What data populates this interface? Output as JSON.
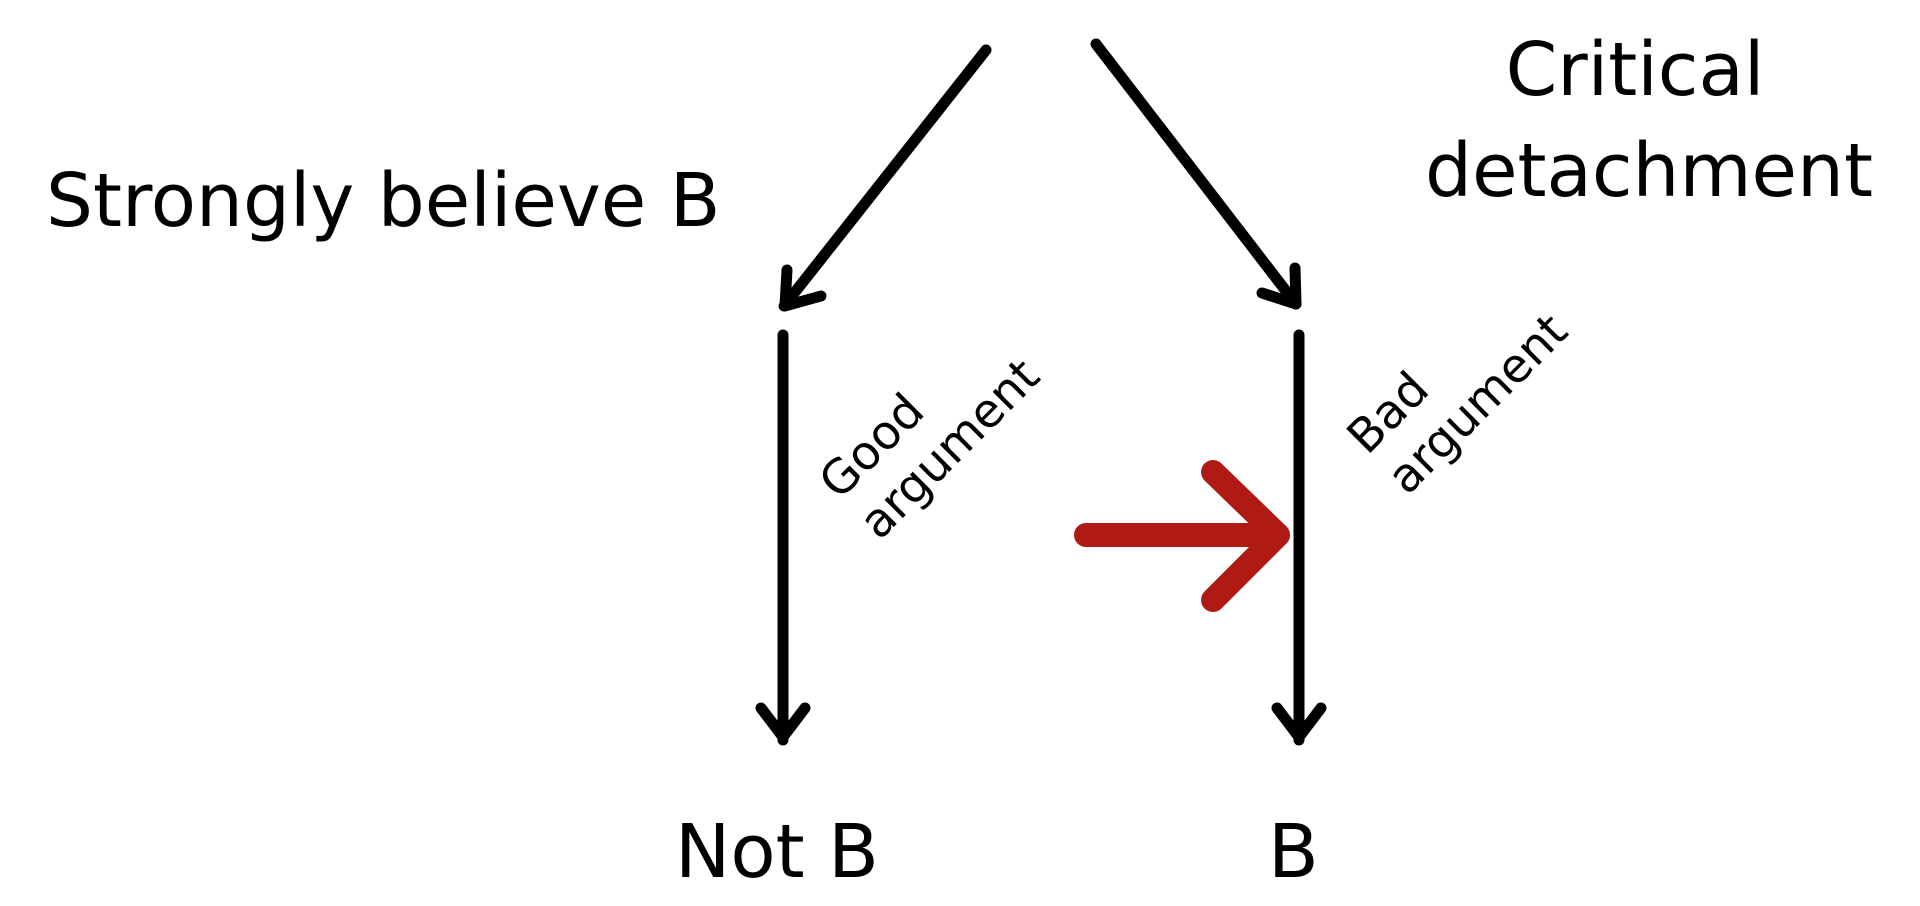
{
  "diagram": {
    "premise_label": "Strongly believe B",
    "critical_label": "Critical detachment",
    "left_edge_label": "Good argument",
    "right_edge_label": "Bad argument",
    "left_outcome": "Not B",
    "right_outcome": "B"
  },
  "colors": {
    "ink": "#000000",
    "highlight_arrow": "#b01a14",
    "background": "#ffffff"
  }
}
